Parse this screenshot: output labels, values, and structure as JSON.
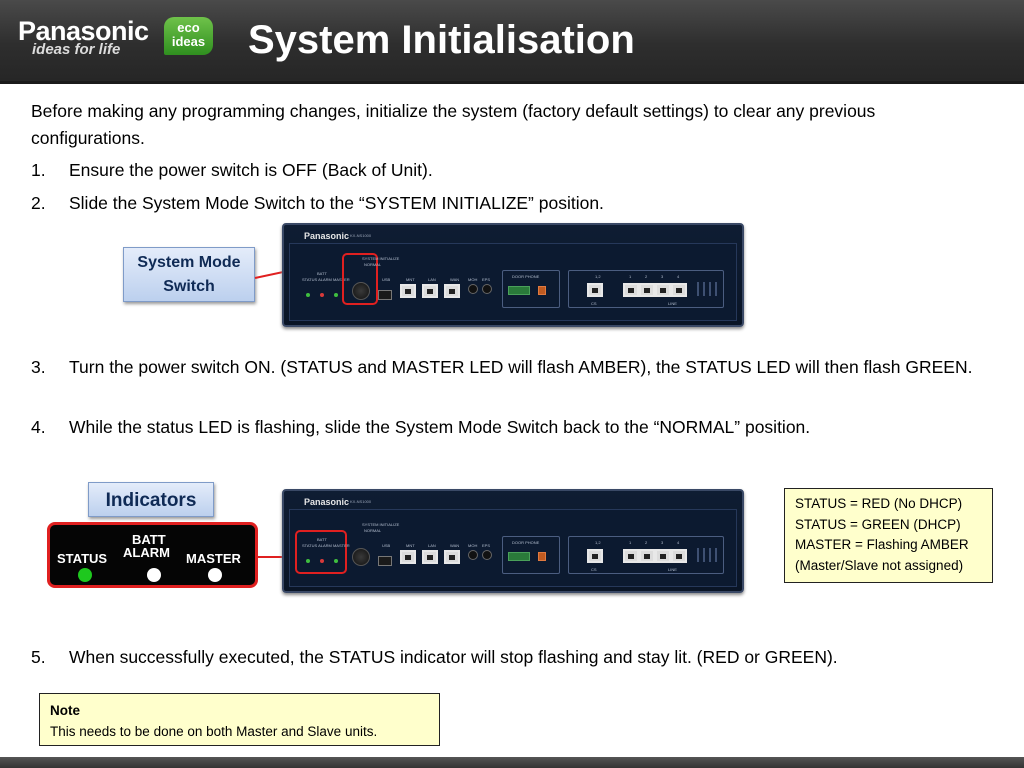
{
  "header": {
    "brand": "Panasonic",
    "tagline": "ideas for life",
    "eco_line1": "eco",
    "eco_line2": "ideas",
    "title": "System Initialisation"
  },
  "intro": "Before making any programming changes, initialize the system (factory default settings) to clear any previous configurations.",
  "steps": [
    {
      "num": "1.",
      "text": "Ensure the power switch is OFF (Back of Unit)."
    },
    {
      "num": "2.",
      "text": "Slide the System Mode Switch to the “SYSTEM INITIALIZE” position."
    },
    {
      "num": "3.",
      "text": "Turn the power switch ON. (STATUS and MASTER LED will flash AMBER), the STATUS LED will then flash GREEN."
    },
    {
      "num": "4.",
      "text": "While the status LED is flashing, slide the System Mode Switch back to the “NORMAL” position."
    },
    {
      "num": "5.",
      "text": "When successfully executed, the STATUS indicator will stop flashing and stay lit. (RED or GREEN)."
    }
  ],
  "callouts": {
    "system_mode_line1": "System Mode",
    "system_mode_line2": "Switch",
    "indicators": "Indicators"
  },
  "device": {
    "brand": "Panasonic",
    "model": "KX-NS1000",
    "labels": {
      "batt": "BATT",
      "status_alarm_master": "STATUS  ALARM  MASTER",
      "sys_init": "SYSTEM INITIALIZE",
      "normal": "NORMAL",
      "usb": "USB",
      "mnt": "MNT",
      "lan": "LAN",
      "wan": "WAN",
      "moh": "MOH",
      "ps": "EPS",
      "doorphone": "DOOR PHONE",
      "l12": "1,2",
      "cos": "CS",
      "line": "LINE",
      "nums": [
        "1",
        "2",
        "3",
        "4"
      ]
    }
  },
  "indicators": {
    "status": "STATUS",
    "batt": "BATT",
    "alarm": "ALARM",
    "master": "MASTER",
    "colors": {
      "status": "#1ec81e",
      "batt": "#ffffff",
      "master": "#ffffff"
    }
  },
  "status_box": [
    "STATUS = RED (No DHCP)",
    "STATUS = GREEN (DHCP)",
    "MASTER = Flashing AMBER",
    "(Master/Slave not assigned)"
  ],
  "note": {
    "title": "Note",
    "text": "This needs to be done on both Master and Slave units."
  }
}
